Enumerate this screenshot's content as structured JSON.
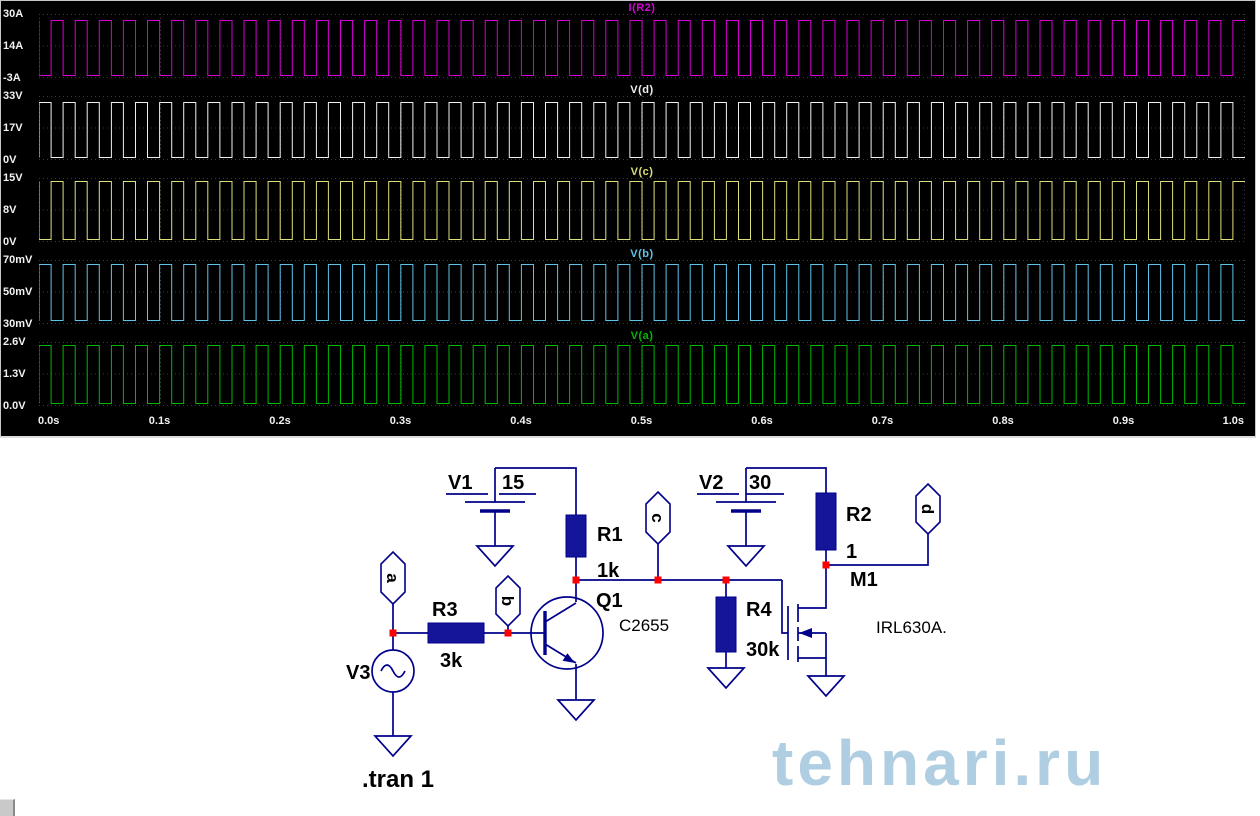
{
  "chart_data": {
    "type": "line",
    "waveform": "square",
    "cycles": 50,
    "duty": 0.5,
    "x_range_s": [
      0,
      1
    ],
    "x_ticks": [
      "0.0s",
      "0.1s",
      "0.2s",
      "0.3s",
      "0.4s",
      "0.5s",
      "0.6s",
      "0.7s",
      "0.8s",
      "0.9s",
      "1.0s"
    ],
    "grid": "dotted",
    "background": "#000000",
    "plots": [
      {
        "name": "I(R2)",
        "color": "#d400d4",
        "y_labels": [
          "30A",
          "14A",
          "-3A"
        ],
        "y_top": "30A",
        "y_mid": "14A",
        "y_bottom": "-3A",
        "low_value": -3,
        "high_value": 27,
        "phase": "inverted",
        "hi_f": 0.09,
        "lo_f": 0.96
      },
      {
        "name": "V(d)",
        "color": "#efefef",
        "y_labels": [
          "33V",
          "17V",
          "0V"
        ],
        "y_top": "33V",
        "y_mid": "17V",
        "y_bottom": "0V",
        "low_value": 0,
        "high_value": 30,
        "phase": "normal",
        "hi_f": 0.09,
        "lo_f": 0.96
      },
      {
        "name": "V(c)",
        "color": "#dede7a",
        "y_labels": [
          "15V",
          "8V",
          "0V"
        ],
        "y_top": "15V",
        "y_mid": "8V",
        "y_bottom": "0V",
        "low_value": 0,
        "high_value": 15,
        "phase": "inverted",
        "hi_f": 0.05,
        "lo_f": 0.96
      },
      {
        "name": "V(b)",
        "color": "#5fc3e8",
        "y_labels": [
          "70mV",
          "50mV",
          "30mV"
        ],
        "y_top": "70mV",
        "y_mid": "50mV",
        "y_bottom": "30mV",
        "low_value": 0.03,
        "high_value": 0.07,
        "phase": "normal",
        "hi_f": 0.06,
        "lo_f": 0.94
      },
      {
        "name": "V(a)",
        "color": "#00b800",
        "y_labels": [
          "2.6V",
          "1.3V",
          "0.0V"
        ],
        "y_top": "2.6V",
        "y_mid": "1.3V",
        "y_bottom": "0.0V",
        "low_value": 0,
        "high_value": 2.5,
        "phase": "normal",
        "hi_f": 0.05,
        "lo_f": 0.96
      }
    ]
  },
  "schematic": {
    "wire_color": "#00008b",
    "junction_color": "#ff0000",
    "components": {
      "v1": {
        "name": "V1",
        "value": "15"
      },
      "v2": {
        "name": "V2",
        "value": "30"
      },
      "v3": {
        "name": "V3"
      },
      "r1": {
        "name": "R1",
        "value": "1k"
      },
      "r2": {
        "name": "R2",
        "value": "1"
      },
      "r3": {
        "name": "R3",
        "value": "3k"
      },
      "r4": {
        "name": "R4",
        "value": "30k"
      },
      "q1": {
        "name": "Q1",
        "value": "C2655"
      },
      "m1": {
        "name": "M1",
        "value": "IRL630A."
      }
    },
    "net_labels": [
      "a",
      "b",
      "c",
      "d"
    ],
    "directive": ".tran 1"
  },
  "watermark": "tehnari.ru"
}
